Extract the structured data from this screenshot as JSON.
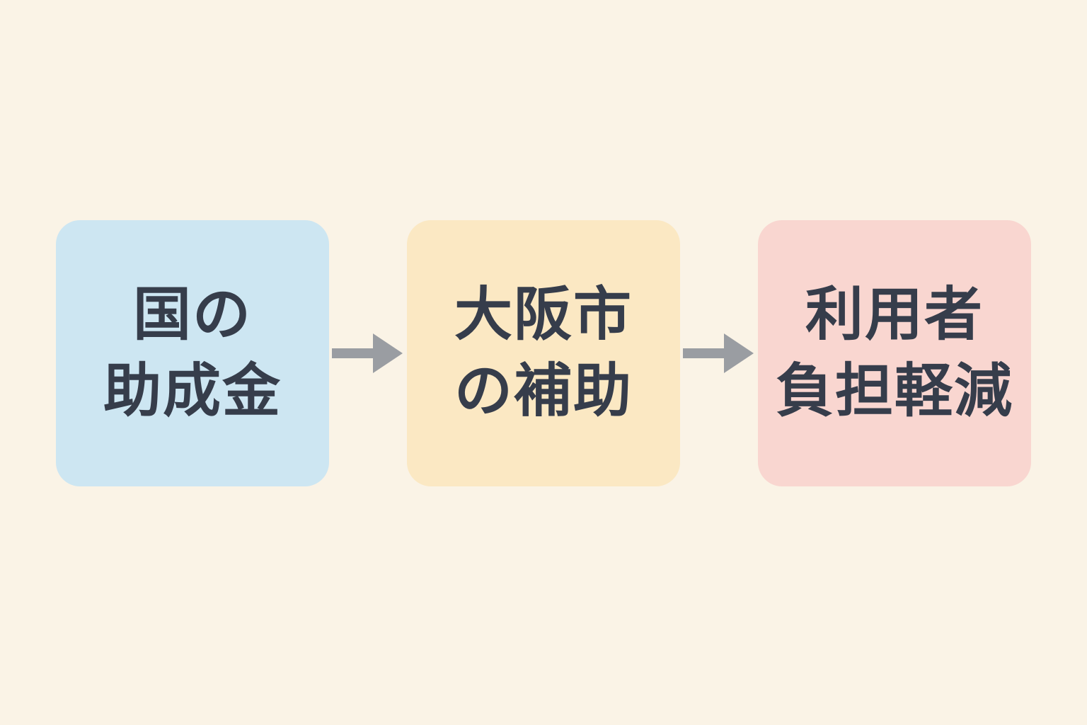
{
  "diagram": {
    "background_color": "#faf3e6",
    "text_color": "#363d4b",
    "arrow_color": "#9a9da2",
    "nodes": [
      {
        "id": "national-subsidy",
        "line1": "国の",
        "line2": "助成金",
        "color": "#cde6f2"
      },
      {
        "id": "osaka-city-subsidy",
        "line1": "大阪市",
        "line2": "の補助",
        "color": "#fbe8c3"
      },
      {
        "id": "user-burden-reduction",
        "line1": "利用者",
        "line2": "負担軽減",
        "color": "#f9d6d0"
      }
    ],
    "arrows": [
      {
        "from": "national-subsidy",
        "to": "osaka-city-subsidy"
      },
      {
        "from": "osaka-city-subsidy",
        "to": "user-burden-reduction"
      }
    ]
  }
}
